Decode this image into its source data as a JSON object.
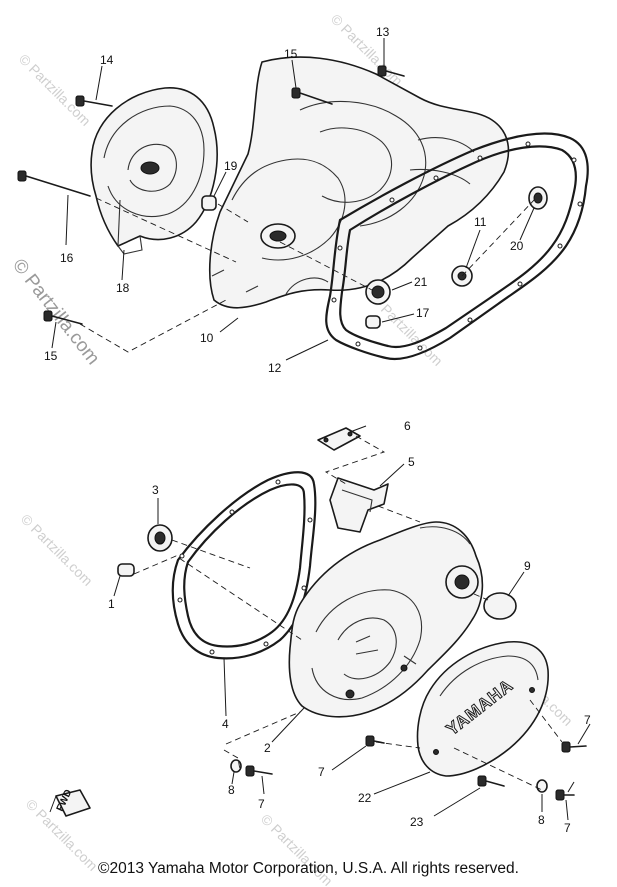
{
  "diagram": {
    "watermark": "© Partzilla.com",
    "copyright": "©2013 Yamaha Motor Corporation, U.S.A. All rights reserved.",
    "cover_logo": "YAMAHA",
    "fwd_marker": "FWD"
  },
  "callouts": {
    "c1": "1",
    "c2": "2",
    "c3": "3",
    "c4": "4",
    "c5": "5",
    "c6": "6",
    "c7a": "7",
    "c7b": "7",
    "c7c": "7",
    "c7d": "7",
    "c8a": "8",
    "c8b": "8",
    "c9": "9",
    "c10": "10",
    "c11": "11",
    "c12": "12",
    "c13": "13",
    "c14": "14",
    "c15a": "15",
    "c15b": "15",
    "c16": "16",
    "c17": "17",
    "c18": "18",
    "c19": "19",
    "c20": "20",
    "c21": "21",
    "c22": "22",
    "c23": "23"
  }
}
